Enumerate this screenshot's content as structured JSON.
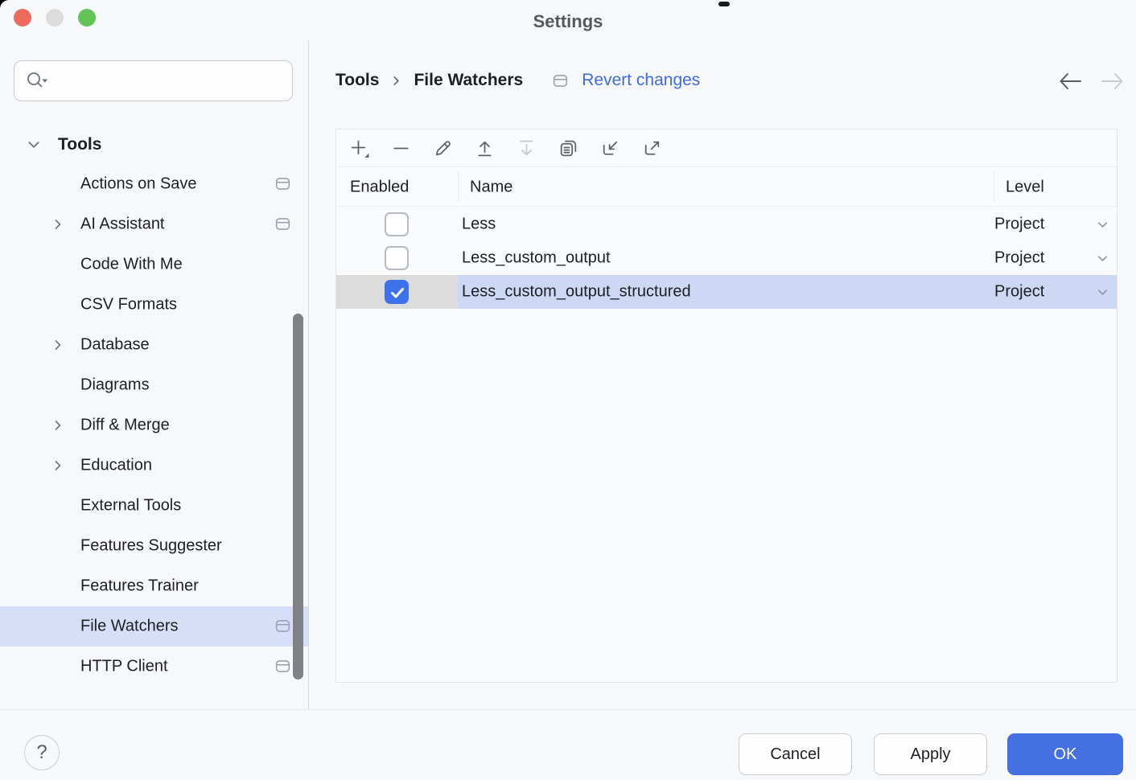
{
  "window": {
    "title": "Settings"
  },
  "search": {
    "value": "",
    "placeholder": ""
  },
  "sidebar": {
    "root_label": "Tools",
    "items": [
      {
        "label": "Actions on Save",
        "window_icon": true
      },
      {
        "label": "AI Assistant",
        "chevron": true,
        "window_icon": true
      },
      {
        "label": "Code With Me"
      },
      {
        "label": "CSV Formats"
      },
      {
        "label": "Database",
        "chevron": true
      },
      {
        "label": "Diagrams"
      },
      {
        "label": "Diff & Merge",
        "chevron": true
      },
      {
        "label": "Education",
        "chevron": true
      },
      {
        "label": "External Tools"
      },
      {
        "label": "Features Suggester"
      },
      {
        "label": "Features Trainer"
      },
      {
        "label": "File Watchers",
        "selected": true,
        "window_icon": true
      },
      {
        "label": "HTTP Client",
        "window_icon": true
      }
    ]
  },
  "header": {
    "breadcrumb": {
      "crumb1": "Tools",
      "crumb2": "File Watchers"
    },
    "revert_label": "Revert changes"
  },
  "toolbar": {
    "buttons": [
      {
        "icon": "add-icon",
        "disabled": false
      },
      {
        "icon": "remove-icon",
        "disabled": false
      },
      {
        "icon": "edit-icon",
        "disabled": false
      },
      {
        "icon": "move-up-icon",
        "disabled": false
      },
      {
        "icon": "move-down-icon",
        "disabled": true
      },
      {
        "icon": "duplicate-icon",
        "disabled": false
      },
      {
        "icon": "import-icon",
        "disabled": false
      },
      {
        "icon": "export-icon",
        "disabled": false
      }
    ]
  },
  "table": {
    "columns": {
      "c1": "Enabled",
      "c2": "Name",
      "c3": "Level"
    },
    "rows": [
      {
        "enabled": false,
        "name": "Less",
        "level": "Project",
        "selected": false
      },
      {
        "enabled": false,
        "name": "Less_custom_output",
        "level": "Project",
        "selected": false
      },
      {
        "enabled": true,
        "name": "Less_custom_output_structured",
        "level": "Project",
        "selected": true
      }
    ]
  },
  "footer": {
    "help": "?",
    "cancel_label": "Cancel",
    "apply_label": "Apply",
    "ok_label": "OK"
  },
  "colors": {
    "accent_blue": "#3d72ea",
    "ok_blue": "#4470e2",
    "link_blue": "#3e6ae0",
    "row_selected": "#cdd8f5",
    "sidebar_selected": "#d7def8",
    "background": "#f7f8fa",
    "traffic_red": "#ee6a5f",
    "traffic_gray": "#dcdcdc",
    "traffic_green": "#61c455"
  }
}
